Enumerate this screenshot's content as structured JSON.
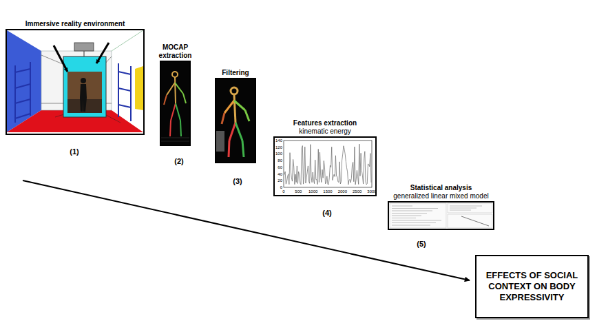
{
  "diagram": {
    "nodes": [
      {
        "text": [
          "Immersive reality environment"
        ]
      },
      {
        "text": [
          "MOCAP extraction"
        ]
      },
      {
        "text": [
          "Filtering"
        ]
      },
      {
        "text": [
          "Features extraction",
          "kinematic energy"
        ]
      },
      {
        "text": [
          "Statistical analysis",
          "generalized linear mixed model"
        ]
      },
      {
        "text": [
          "EFFECTS OF SOCIAL CONTEXT ON BODY EXPRESSIVITY"
        ]
      }
    ],
    "labels": [
      "(1)",
      "(2)",
      "(3)",
      "(4)",
      "(5)",
      "0",
      "500",
      "1000",
      "1500",
      "2000",
      "2500",
      "3000",
      "0",
      "20",
      "40",
      "60",
      "80",
      "100",
      "120",
      "140"
    ]
  }
}
